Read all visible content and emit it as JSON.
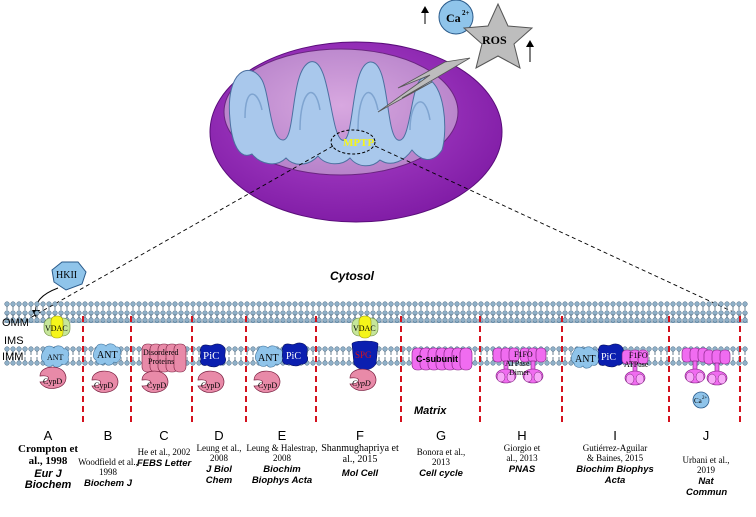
{
  "top": {
    "ca_label": "Ca",
    "ca_sup": "2+",
    "ros_label": "ROS",
    "mptp_label": "MPTP",
    "hk_label": "HKII",
    "cytosol_label": "Cytosol",
    "matrix_label": "Matrix"
  },
  "membrane": {
    "omm_label": "OMM",
    "ims_label": "IMS",
    "imm_label": "IMM"
  },
  "proteins": {
    "vdac": "VDAC",
    "ant": "ANT",
    "cypd": "CypD",
    "disordered": "Disordered Proteins",
    "pic": "PiC",
    "spg": "SPG",
    "csub": "C-subunit",
    "f1fo_dimer": "F1FO ATPase Dimer",
    "f1fo": "F1FO ATPase",
    "ca": "Ca",
    "ca_sup": "2+"
  },
  "columns": [
    {
      "letter": "A",
      "authors": "Crompton et al., 1998",
      "journal": "Eur J Biochem"
    },
    {
      "letter": "B",
      "authors": "Woodfield et al., 1998",
      "journal": "Biochem J"
    },
    {
      "letter": "C",
      "authors": "He et al., 2002",
      "journal": "FEBS Letter"
    },
    {
      "letter": "D",
      "authors": "Leung et al., 2008",
      "journal": "J Biol Chem"
    },
    {
      "letter": "E",
      "authors": "Leung & Halestrap, 2008",
      "journal": "Biochim Biophys Acta"
    },
    {
      "letter": "F",
      "authors": "Shanmughapriya et al., 2015",
      "journal": "Mol Cell"
    },
    {
      "letter": "G",
      "authors": "Bonora et al., 2013",
      "journal": "Cell cycle"
    },
    {
      "letter": "H",
      "authors": "Giorgio et al., 2013",
      "journal": "PNAS"
    },
    {
      "letter": "I",
      "authors": "Gutiérrez-Aguilar & Baines, 2015",
      "journal": "Biochim Biophys Acta"
    },
    {
      "letter": "J",
      "authors": "Urbani et al., 2019",
      "journal": "Nat Commun"
    }
  ],
  "colors": {
    "mito_outer": "#8a1fb0",
    "mito_inner": "#c48fd0",
    "cristae": "#a9c8ec",
    "pink_protein": "#e88aa8",
    "vdac_yellow": "#f5f51a",
    "ant_blue": "#8fc4ea",
    "pic_navy": "#0b1fb0",
    "f1fo_magenta": "#f06cf0",
    "membrane_blue": "#8fb0c8",
    "divider_red": "#d4121e",
    "ros_grey": "#bdbdbd"
  }
}
